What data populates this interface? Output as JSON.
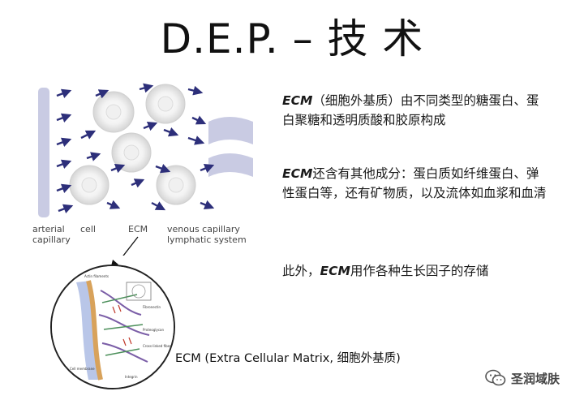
{
  "title": "D.E.P. – 技 术",
  "diagram": {
    "labels": {
      "arterial": "arterial\ncapillary",
      "cell": "cell",
      "ecm": "ECM",
      "venous": "venous capillary\nlymphatic system"
    },
    "zoom_labels": [
      "Actin filaments",
      "Fibronectin",
      "Proteoglycan",
      "Cross-linked fibers of collagen",
      "Cell membrane",
      "Integrin"
    ]
  },
  "paragraphs": [
    {
      "lead": "ECM",
      "text": "（细胞外基质）由不同类型的糖蛋白、蛋白聚糖和透明质酸和胶原构成"
    },
    {
      "lead": "ECM",
      "text": "还含有其他成分：蛋白质如纤维蛋白、弹性蛋白等，还有矿物质，以及流体如血浆和血清"
    },
    {
      "pre": "此外，",
      "lead": "ECM",
      "text": "用作各种生长因子的存储"
    }
  ],
  "caption": "ECM (Extra Cellular Matrix, 细胞外基质)",
  "watermark": {
    "text": "圣润域肤",
    "icon": "wechat-icon"
  },
  "colors": {
    "arrow": "#2d2f7a",
    "capillary": "#c9cbe3",
    "cell_fill": "#eeeeee"
  }
}
